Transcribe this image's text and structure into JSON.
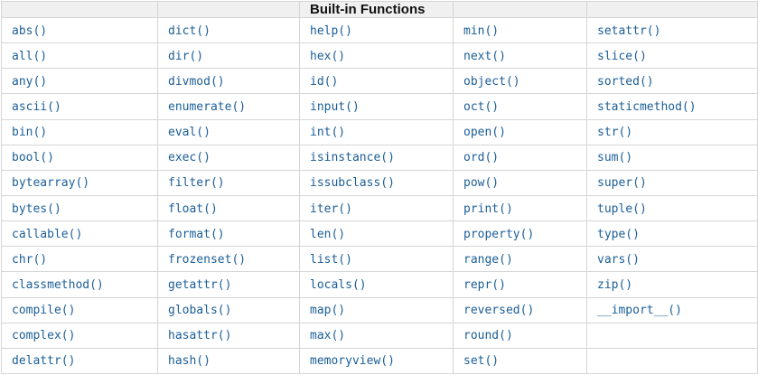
{
  "header": {
    "title": "Built-in Functions",
    "title_column_index": 3
  },
  "rows": [
    [
      "abs()",
      "dict()",
      "help()",
      "min()",
      "setattr()"
    ],
    [
      "all()",
      "dir()",
      "hex()",
      "next()",
      "slice()"
    ],
    [
      "any()",
      "divmod()",
      "id()",
      "object()",
      "sorted()"
    ],
    [
      "ascii()",
      "enumerate()",
      "input()",
      "oct()",
      "staticmethod()"
    ],
    [
      "bin()",
      "eval()",
      "int()",
      "open()",
      "str()"
    ],
    [
      "bool()",
      "exec()",
      "isinstance()",
      "ord()",
      "sum()"
    ],
    [
      "bytearray()",
      "filter()",
      "issubclass()",
      "pow()",
      "super()"
    ],
    [
      "bytes()",
      "float()",
      "iter()",
      "print()",
      "tuple()"
    ],
    [
      "callable()",
      "format()",
      "len()",
      "property()",
      "type()"
    ],
    [
      "chr()",
      "frozenset()",
      "list()",
      "range()",
      "vars()"
    ],
    [
      "classmethod()",
      "getattr()",
      "locals()",
      "repr()",
      "zip()"
    ],
    [
      "compile()",
      "globals()",
      "map()",
      "reversed()",
      "__import__()"
    ],
    [
      "complex()",
      "hasattr()",
      "max()",
      "round()",
      ""
    ],
    [
      "delattr()",
      "hash()",
      "memoryview()",
      "set()",
      ""
    ]
  ],
  "colors": {
    "link_blue": "#1b5e97",
    "header_bg": "#f0f0f0",
    "border_gray": "#d5d5d5",
    "header_text": "#111111"
  }
}
